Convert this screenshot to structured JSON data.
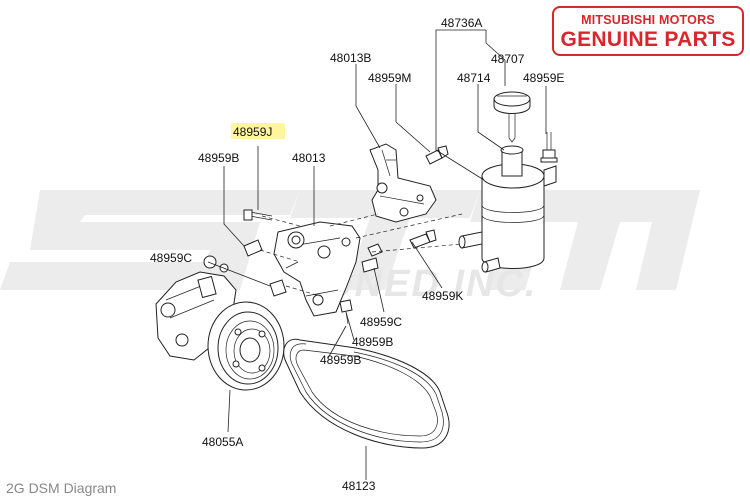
{
  "brand": {
    "line1": "MITSUBISHI MOTORS",
    "line2": "GENUINE PARTS",
    "color": "#d9252c"
  },
  "watermark": {
    "text": "STM TUNED INC.",
    "color": "#e8e8e8"
  },
  "highlight_color": "#fff59d",
  "labels": {
    "l48736A": "48736A",
    "l48707": "48707",
    "l48714": "48714",
    "l48959E": "48959E",
    "l48013B": "48013B",
    "l48959M": "48959M",
    "l48959J": "48959J",
    "l48959B_a": "48959B",
    "l48013": "48013",
    "l48959C_a": "48959C",
    "l48959K": "48959K",
    "l48959C_b": "48959C",
    "l48959B_b": "48959B",
    "l48959B_c": "48959B",
    "l48055A": "48055A",
    "l48123": "48123"
  },
  "caption": "2G DSM Diagram"
}
